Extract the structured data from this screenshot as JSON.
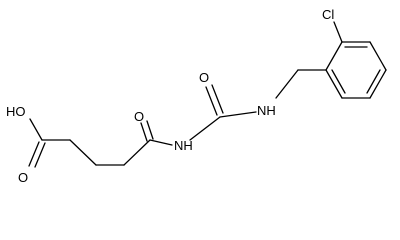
{
  "molecule": {
    "atoms": {
      "cl": "Cl",
      "oh": "HO",
      "o_carbonyl_acid": "O",
      "o_carbonyl_amide": "O",
      "o_carbonyl_urea": "O",
      "nh_imide": "NH",
      "nh_benzyl": "NH"
    }
  },
  "colors": {
    "bond": "#000000",
    "label": "#000000",
    "background": "#ffffff"
  }
}
